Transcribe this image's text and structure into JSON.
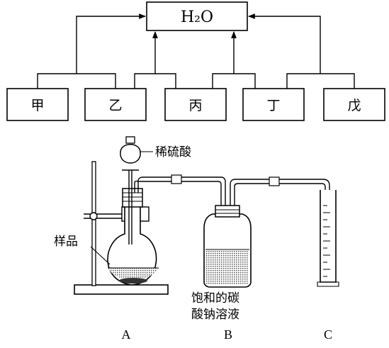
{
  "top": {
    "center_node": "H₂O",
    "nodes": [
      "甲",
      "乙",
      "丙",
      "丁",
      "戊"
    ]
  },
  "apparatus": {
    "funnel_label": "稀硫酸",
    "sample_label": "样品",
    "bottle_label_line1": "饱和的碳",
    "bottle_label_line2": "酸钠溶液",
    "letter_a": "A",
    "letter_b": "B",
    "letter_c": "C"
  }
}
